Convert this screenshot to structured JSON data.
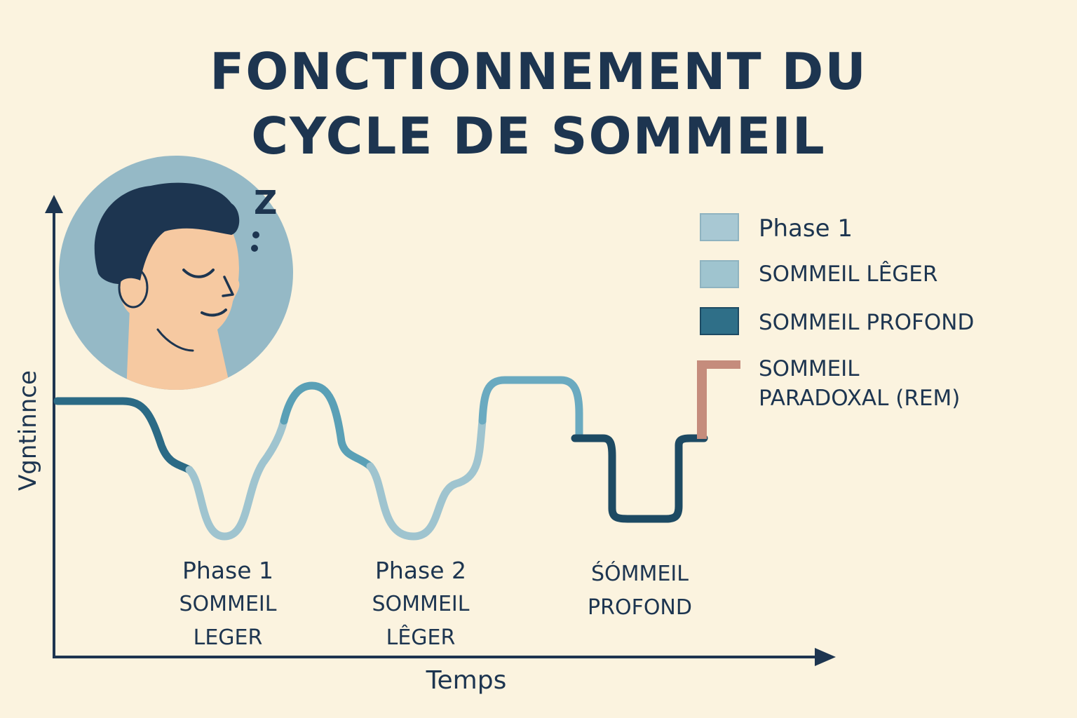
{
  "title": {
    "line1": "FONCTIONNEMENT DU",
    "line2": "CYCLE DE SOMMEIL"
  },
  "axes": {
    "x_label": "Temps",
    "y_label": "Vgntinnce"
  },
  "legend": [
    {
      "label": "Phase 1",
      "color": "#a8c8d3"
    },
    {
      "label": "SOMMEIL LÊGER",
      "color": "#9fc4cf"
    },
    {
      "label": "SOMMEIL PROFOND",
      "color": "#2f6f88"
    },
    {
      "label": "SOMMEIL PARADOXAL (REM)",
      "label_line1": "SOMMEIL",
      "label_line2": "PARADOXAL (REM)",
      "color": "#c58c7c"
    }
  ],
  "phase_labels": [
    {
      "line1": "Phase 1",
      "line2": "SOMMEIL",
      "line3": "LEGER"
    },
    {
      "line1": "Phase 2",
      "line2": "SOMMEIL",
      "line3": "LÊGER"
    },
    {
      "line1": "ŚÓMMEIL",
      "line2": "PROFOND"
    }
  ],
  "illustration": {
    "icon": "sleeping-person-icon",
    "sleep_symbol": "Z",
    "circle_color": "#95b9c6",
    "hair_color": "#1d3550",
    "skin_color": "#f6c9a1"
  },
  "colors": {
    "background": "#fbf3df",
    "text": "#1d3550",
    "curve_light": "#9fc4cf",
    "curve_mid": "#5aa0b6",
    "curve_deep": "#1d4a63",
    "rem": "#c58c7c"
  }
}
